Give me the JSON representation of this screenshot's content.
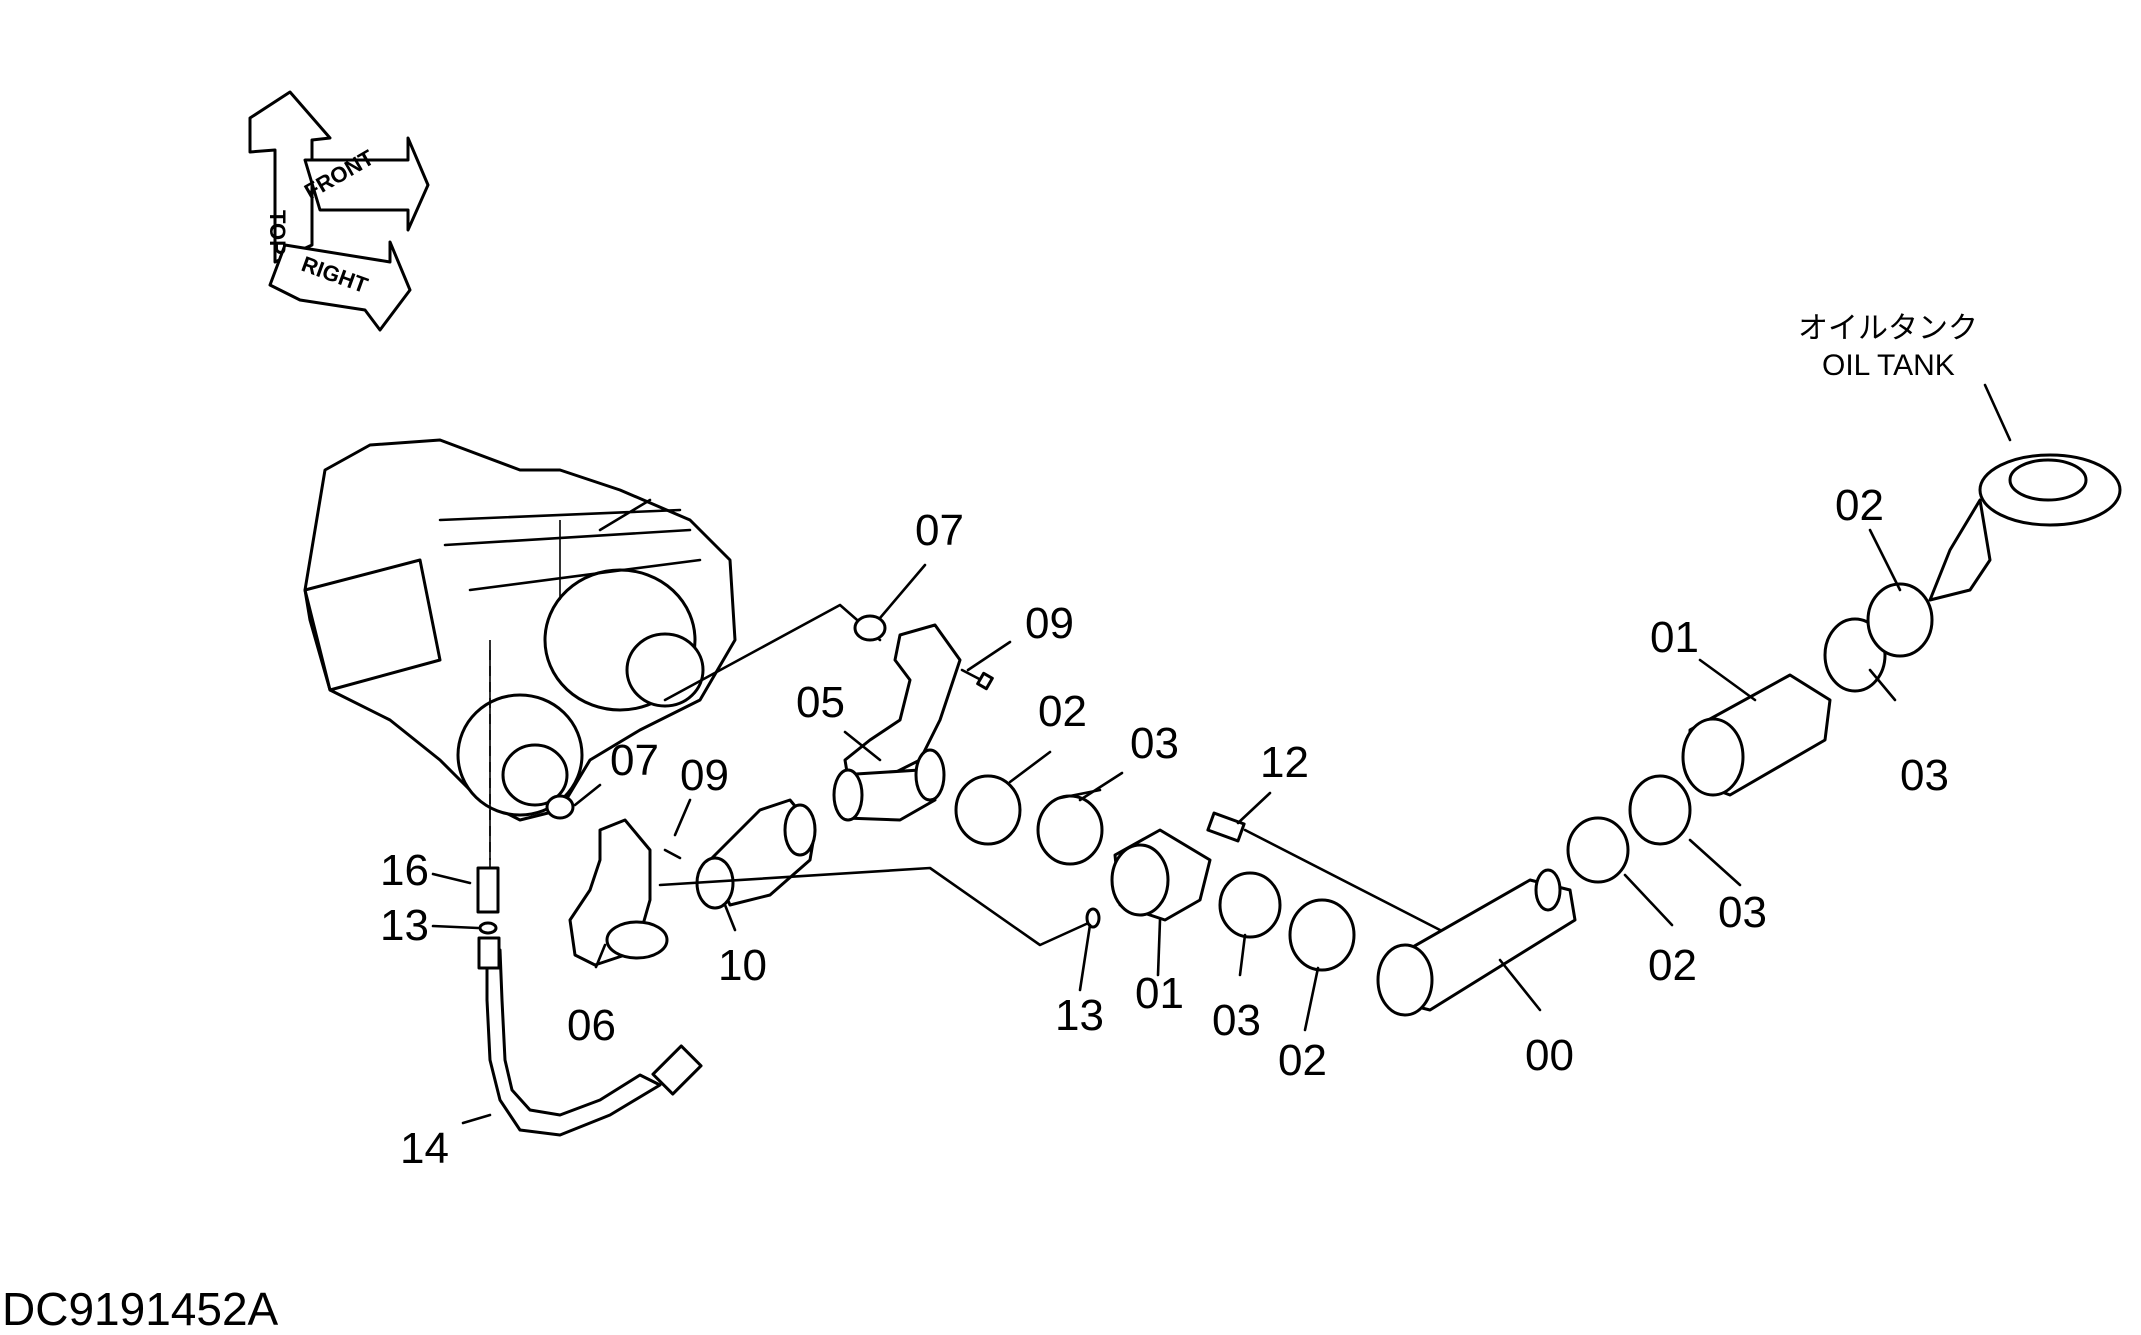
{
  "drawing_code": "DC9191452A",
  "oil_tank": {
    "jp": "オイルタンク",
    "en": "OIL TANK"
  },
  "orientation": {
    "top": "TOP",
    "front": "FRONT",
    "right": "RIGHT"
  },
  "callouts": {
    "c07a": "07",
    "c09a": "09",
    "c05": "05",
    "c02a": "02",
    "c03a": "03",
    "c12": "12",
    "c01a": "01",
    "c02b": "02",
    "c03b": "03",
    "c07b": "07",
    "c09b": "09",
    "c16": "16",
    "c13a": "13",
    "c10": "10",
    "c06": "06",
    "c13b": "13",
    "c01b": "01",
    "c03c": "03",
    "c02c": "02",
    "c00": "00",
    "c02d": "02",
    "c03d": "03",
    "c14": "14"
  }
}
